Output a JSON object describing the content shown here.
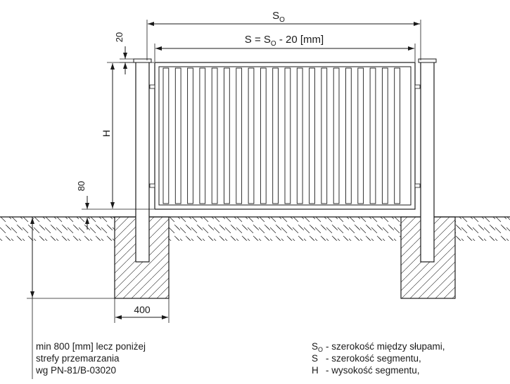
{
  "dimensions": {
    "so_symbol": "S",
    "so_subscript": "O",
    "s_formula_pre": "S = S",
    "s_formula_sub": "O",
    "s_formula_post": " - 20 [mm]",
    "top_gap": "20",
    "height": "H",
    "bottom_gap": "80",
    "foundation_width": "400"
  },
  "depth_note": {
    "line1": "min 800 [mm] lecz poniżej",
    "line2": "strefy przemarzania",
    "line3": "wg PN-81/B-03020"
  },
  "legend": [
    {
      "symbol": "S",
      "subscript": "O",
      "text": "- szerokość między słupami,"
    },
    {
      "symbol": "S",
      "subscript": "",
      "text": "- szerokość segmentu,"
    },
    {
      "symbol": "H",
      "subscript": "",
      "text": "- wysokość segmentu,"
    }
  ],
  "colors": {
    "line": "#1a1a1a",
    "background": "#ffffff"
  }
}
